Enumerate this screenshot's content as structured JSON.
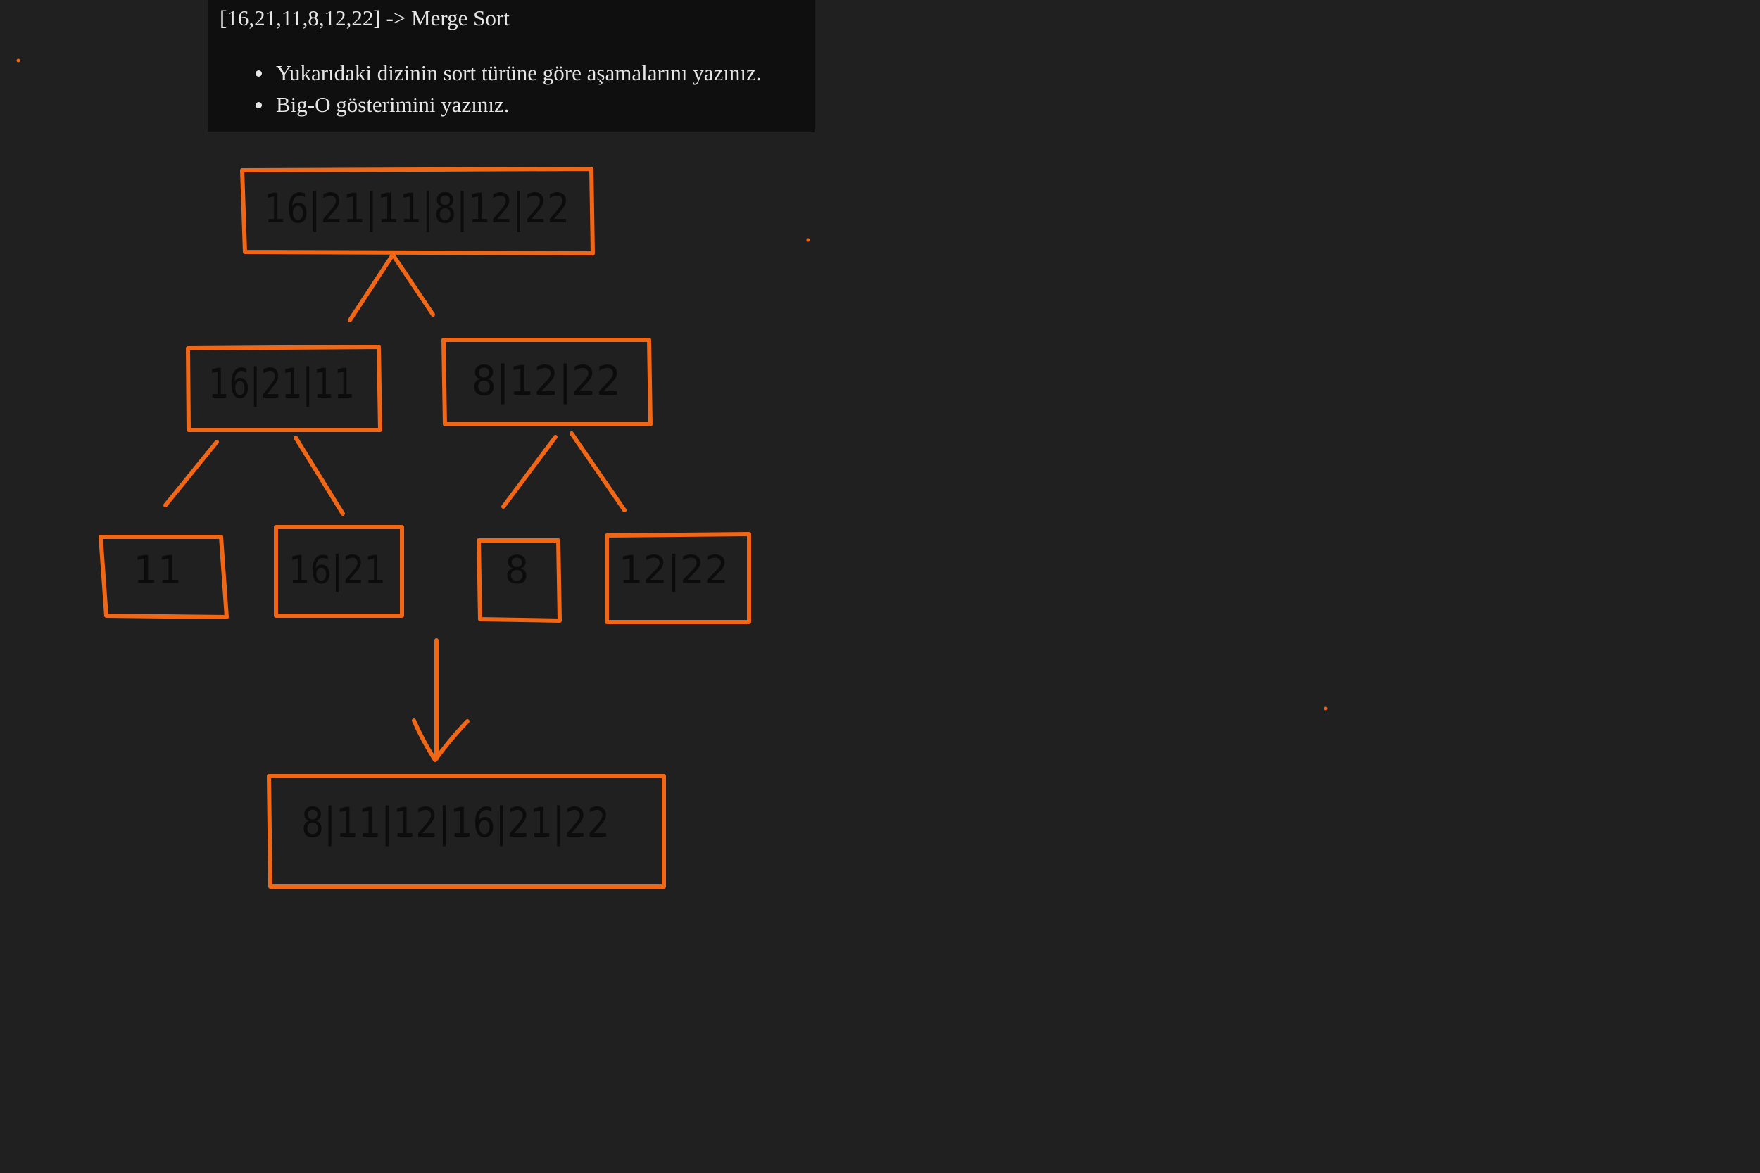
{
  "question": {
    "title": "[16,21,11,8,12,22] -> Merge Sort",
    "items": [
      "Yukarıdaki dizinin sort türüne göre aşamalarını yazınız.",
      "Big-O gösterimini yazınız."
    ]
  },
  "diagram": {
    "stroke_color": "#f26716",
    "text_color": "#0c0c0c",
    "nodes": {
      "root": "16|21|11|8|12|22",
      "left": "16|21|11",
      "right": "8|12|22",
      "left_left": "11",
      "left_right": "16|21",
      "right_left": "8",
      "right_right": "12|22",
      "result": "8|11|12|16|21|22"
    }
  }
}
